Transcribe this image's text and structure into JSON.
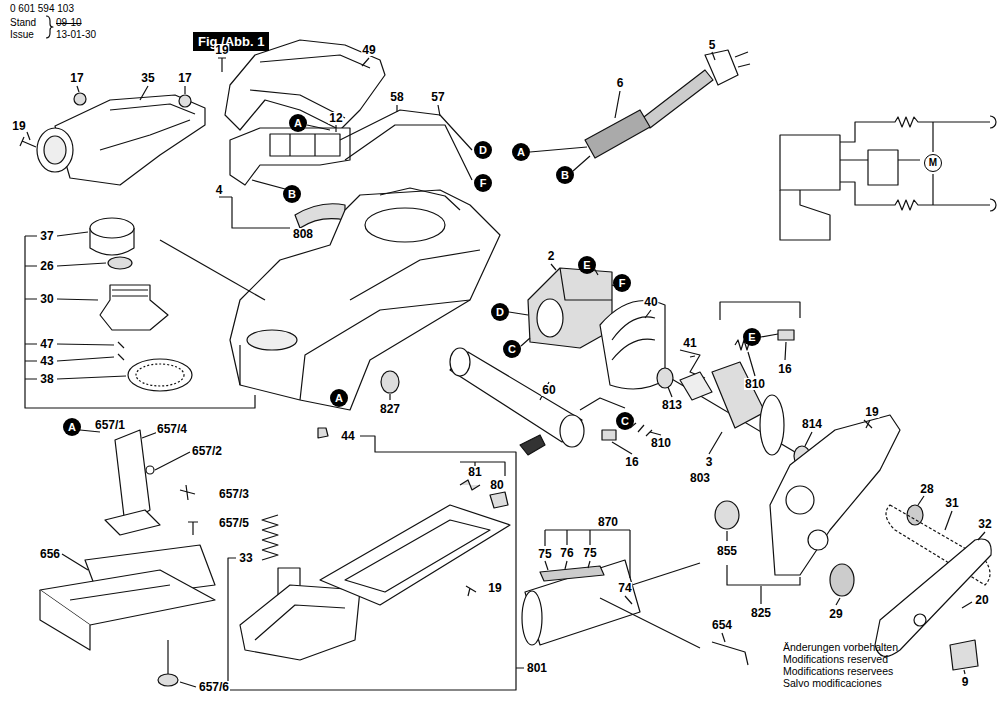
{
  "diagram": {
    "nodes": [
      {
        "text": [
          "Fig./Abb. 1"
        ]
      },
      {
        "text": [
          "A"
        ]
      },
      {
        "text": [
          "B"
        ]
      },
      {
        "text": [
          "D"
        ]
      },
      {
        "text": [
          "F"
        ]
      },
      {
        "text": [
          "A"
        ]
      },
      {
        "text": [
          "B"
        ]
      },
      {
        "text": [
          "E"
        ]
      },
      {
        "text": [
          "F"
        ]
      },
      {
        "text": [
          "D"
        ]
      },
      {
        "text": [
          "C"
        ]
      },
      {
        "text": [
          "E"
        ]
      },
      {
        "text": [
          "C"
        ]
      },
      {
        "text": [
          "A"
        ]
      },
      {
        "text": [
          "A"
        ]
      },
      {
        "text": [
          "M"
        ]
      }
    ],
    "labels": [
      "0 601 594 103",
      "Stand",
      "Issue",
      "09-10",
      "13-01-30",
      "19",
      "49",
      "17",
      "35",
      "17",
      "5",
      "6",
      "58",
      "57",
      "12",
      "19",
      "4",
      "808",
      "2",
      "40",
      "37",
      "26",
      "30",
      "47",
      "43",
      "38",
      "41",
      "16",
      "810",
      "60",
      "827",
      "813",
      "814",
      "19",
      "810",
      "3",
      "803",
      "16",
      "44",
      "657/1",
      "657/4",
      "657/2",
      "657/3",
      "657/5",
      "81",
      "80",
      "28",
      "31",
      "32",
      "33",
      "656",
      "75",
      "76",
      "870",
      "75",
      "74",
      "19",
      "855",
      "825",
      "29",
      "20",
      "654",
      "657/6",
      "801",
      "9",
      "Änderungen vorbehalten",
      "Modifications reserved",
      "Modifications reservees",
      "Salvo modificaciones"
    ]
  }
}
